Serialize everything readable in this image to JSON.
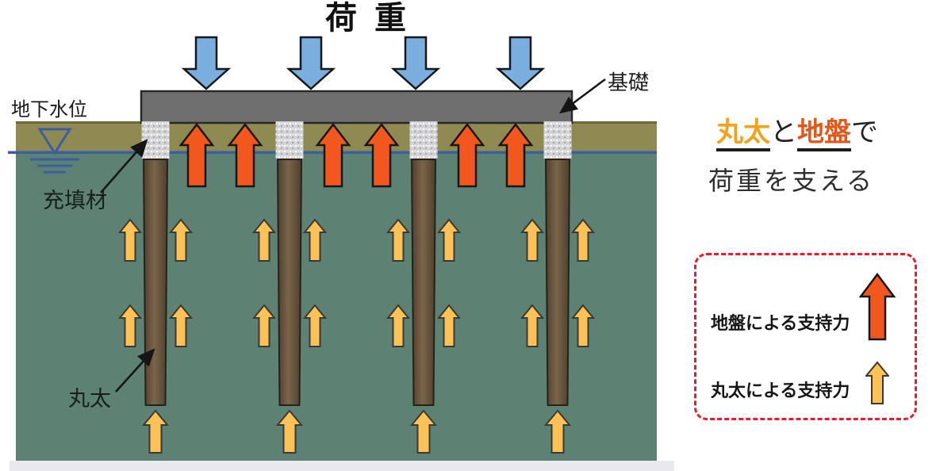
{
  "title": "荷重",
  "diagram_labels": {
    "groundwater_level": "地下水位",
    "foundation": "基礎",
    "fill_material": "充填材",
    "log": "丸太"
  },
  "side_text": {
    "line1_log": "丸太",
    "line1_and": "と",
    "line1_ground": "地盤",
    "line1_de": "で",
    "line2": "荷重を支える"
  },
  "legend": {
    "items": [
      {
        "label": "地盤による支持力",
        "icon": "ground-support-arrow-icon"
      },
      {
        "label": "丸太による支持力",
        "icon": "log-support-arrow-icon"
      }
    ]
  },
  "colors": {
    "load_arrow": "#79aede",
    "ground_arrow": "#f2581e",
    "log_arrow": "#fcc157",
    "foundation": "#6f6f70",
    "soil_upper": "#8f8a52",
    "soil_upper_edge": "#6e6838",
    "soil_lower": "#5d8172",
    "water": "#3a5f9e",
    "log_wood": "#6a5740",
    "legend_border": "#ea1c2c",
    "log_word": "#f2a31e",
    "ground_word": "#e0581a",
    "bottom_strip": "#e9e8ee"
  }
}
